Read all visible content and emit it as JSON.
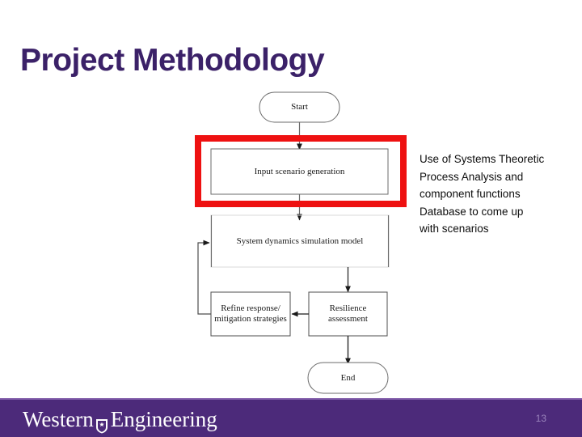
{
  "slide": {
    "title": "Project Methodology",
    "title_color": "#3b2168",
    "background": "#ffffff"
  },
  "flowchart": {
    "highlight_color": "#ee1111",
    "line_color": "#4d4d4d",
    "nodes": [
      {
        "id": "start",
        "label": "Start",
        "shape": "terminator"
      },
      {
        "id": "input",
        "label": "Input scenario generation",
        "shape": "process",
        "highlighted": true
      },
      {
        "id": "sysdyn",
        "label": "System dynamics simulation model",
        "shape": "process"
      },
      {
        "id": "refine",
        "label": "Refine response/\nmitigation strategies",
        "shape": "process"
      },
      {
        "id": "refine_l1",
        "label": "Refine response/",
        "shape": "text"
      },
      {
        "id": "refine_l2",
        "label": "mitigation strategies",
        "shape": "text"
      },
      {
        "id": "resilience",
        "label": "Resilience\nassessment",
        "shape": "process"
      },
      {
        "id": "res_l1",
        "label": "Resilience",
        "shape": "text"
      },
      {
        "id": "res_l2",
        "label": "assessment",
        "shape": "text"
      },
      {
        "id": "end",
        "label": "End",
        "shape": "terminator"
      }
    ]
  },
  "annotation": {
    "lines": [
      "Use of Systems Theoretic",
      "Process Analysis and",
      "component functions",
      "Database to come up",
      "with scenarios"
    ]
  },
  "footer": {
    "background": "#4c2a7a",
    "brand_first": "Western",
    "brand_second": "Engineering",
    "crest_icon": "shield-crest-icon",
    "page_number": "13"
  }
}
